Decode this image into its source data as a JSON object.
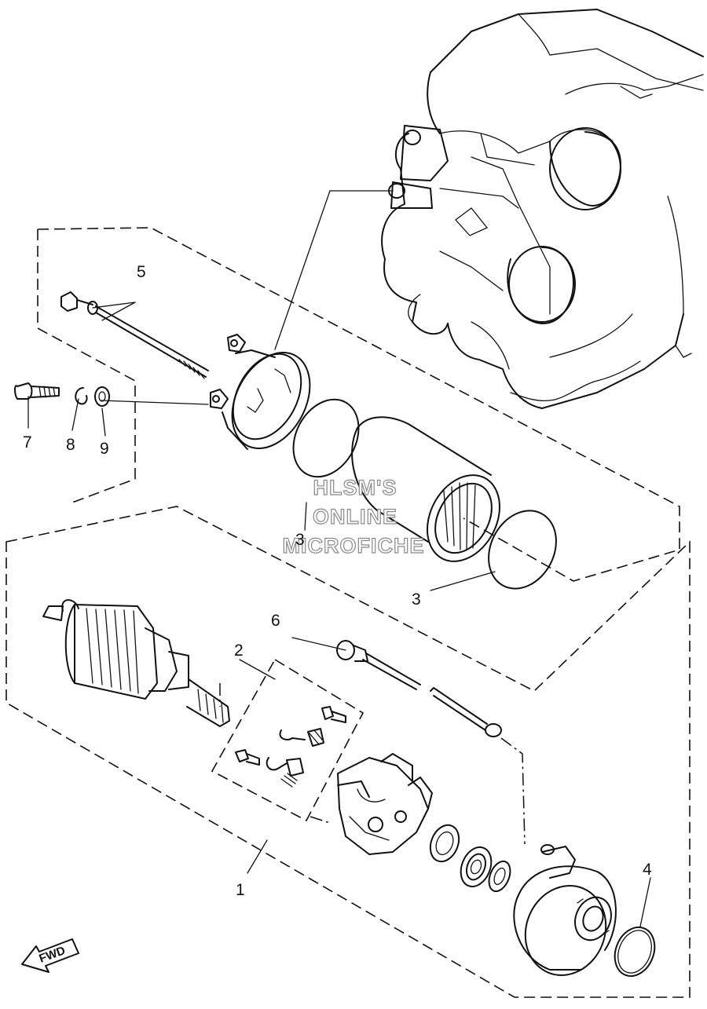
{
  "watermark": {
    "line1": "HLSM'S",
    "line2": "ONLINE",
    "line3": "MICROFICHE"
  },
  "direction_label": "FWD",
  "callouts": [
    {
      "id": "1",
      "label": "1"
    },
    {
      "id": "2",
      "label": "2"
    },
    {
      "id": "3a",
      "label": "3"
    },
    {
      "id": "3b",
      "label": "3"
    },
    {
      "id": "4",
      "label": "4"
    },
    {
      "id": "5",
      "label": "5"
    },
    {
      "id": "6",
      "label": "6"
    },
    {
      "id": "7",
      "label": "7"
    },
    {
      "id": "8",
      "label": "8"
    },
    {
      "id": "9",
      "label": "9"
    }
  ]
}
